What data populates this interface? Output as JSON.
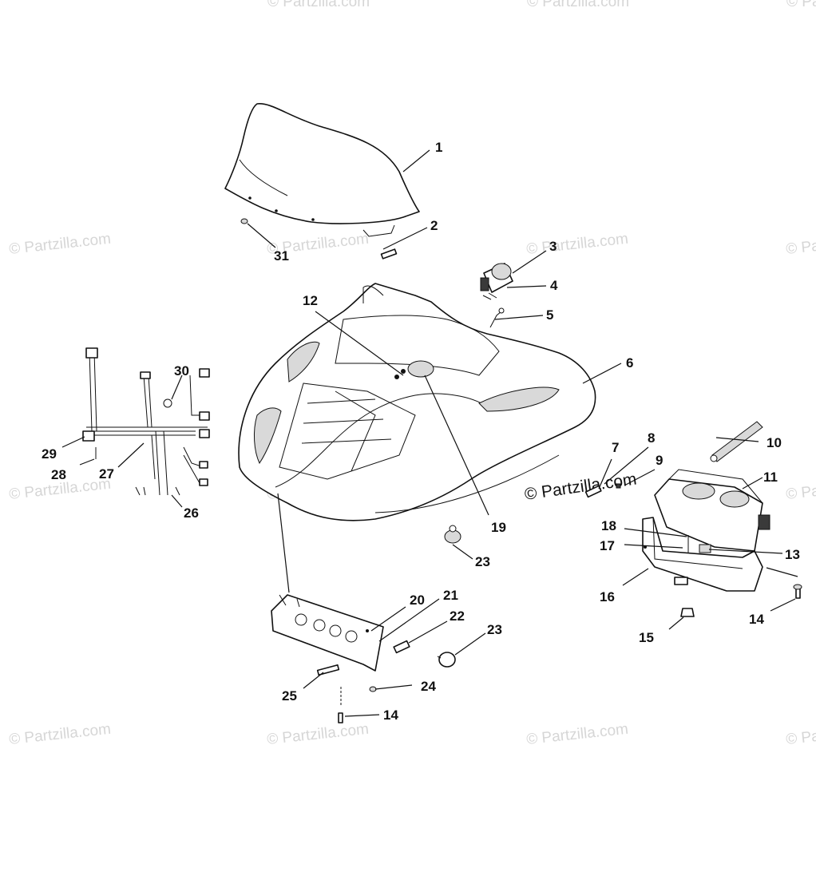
{
  "watermarks": {
    "text": "© Partzilla.com",
    "center_text": "© Partzilla.com"
  },
  "callouts": [
    {
      "id": "c1",
      "label": "1"
    },
    {
      "id": "c2",
      "label": "2"
    },
    {
      "id": "c3",
      "label": "3"
    },
    {
      "id": "c4",
      "label": "4"
    },
    {
      "id": "c5",
      "label": "5"
    },
    {
      "id": "c6",
      "label": "6"
    },
    {
      "id": "c7",
      "label": "7"
    },
    {
      "id": "c8",
      "label": "8"
    },
    {
      "id": "c9",
      "label": "9"
    },
    {
      "id": "c10",
      "label": "10"
    },
    {
      "id": "c11",
      "label": "11"
    },
    {
      "id": "c12",
      "label": "12"
    },
    {
      "id": "c13",
      "label": "13"
    },
    {
      "id": "c14a",
      "label": "14"
    },
    {
      "id": "c14b",
      "label": "14"
    },
    {
      "id": "c15",
      "label": "15"
    },
    {
      "id": "c16",
      "label": "16"
    },
    {
      "id": "c17",
      "label": "17"
    },
    {
      "id": "c18",
      "label": "18"
    },
    {
      "id": "c19",
      "label": "19"
    },
    {
      "id": "c20",
      "label": "20"
    },
    {
      "id": "c21",
      "label": "21"
    },
    {
      "id": "c22",
      "label": "22"
    },
    {
      "id": "c23a",
      "label": "23"
    },
    {
      "id": "c23b",
      "label": "23"
    },
    {
      "id": "c24",
      "label": "24"
    },
    {
      "id": "c25",
      "label": "25"
    },
    {
      "id": "c26",
      "label": "26"
    },
    {
      "id": "c27",
      "label": "27"
    },
    {
      "id": "c28",
      "label": "28"
    },
    {
      "id": "c29",
      "label": "29"
    },
    {
      "id": "c30",
      "label": "30"
    },
    {
      "id": "c31",
      "label": "31"
    }
  ]
}
